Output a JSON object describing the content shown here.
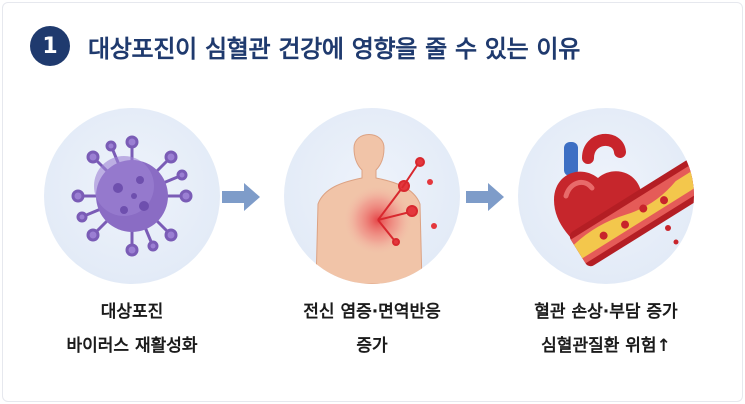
{
  "header": {
    "step_number": "1",
    "title": "대상포진이 심혈관 건강에 영향을 줄 수 있는 이유"
  },
  "steps": [
    {
      "icon": "virus-icon",
      "line1": "대상포진",
      "line2": "바이러스 재활성화"
    },
    {
      "icon": "inflamed-torso-icon",
      "line1": "전신 염증·면역반응",
      "line2": "증가"
    },
    {
      "icon": "heart-vessel-icon",
      "line1": "혈관 손상·부담 증가",
      "line2": "심혈관질환 위험↑"
    }
  ],
  "colors": {
    "accent": "#1f3a6e",
    "arrow": "#7e9cc9",
    "virus": "#8a6cc4",
    "inflammation": "#e4373d",
    "circle_bg": "#e3ebf7"
  }
}
